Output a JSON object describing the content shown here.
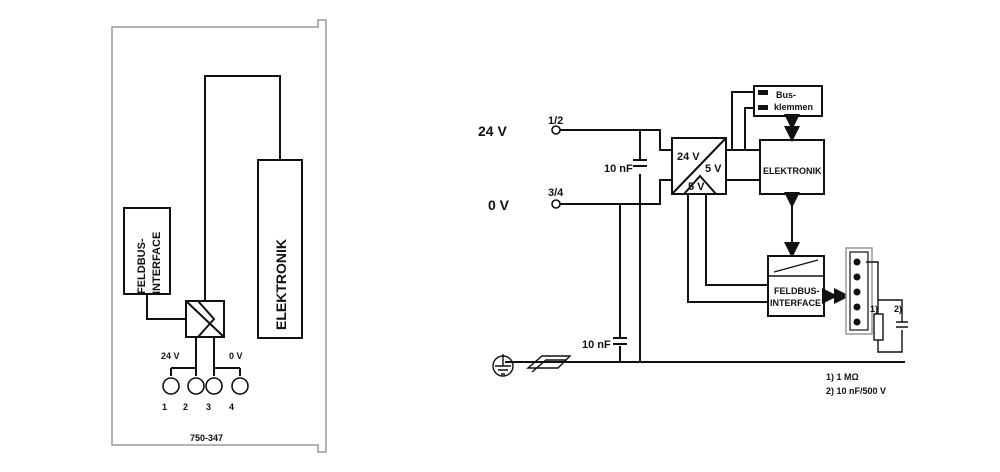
{
  "left_module": {
    "fieldbus_line1": "FELDBUS-",
    "fieldbus_line2": "INTERFACE",
    "elektronik": "ELEKTRONIK",
    "v24": "24 V",
    "v0": "0 V",
    "terminals": [
      "1",
      "2",
      "3",
      "4"
    ],
    "part_number": "750-347"
  },
  "schematic": {
    "v24_label": "24 V",
    "v0_label": "0 V",
    "pin_12": "1/2",
    "pin_34": "3/4",
    "cap_top": "10 nF",
    "cap_bottom": "10 nF",
    "conv_24v": "24 V",
    "conv_5v_a": "5 V",
    "conv_5v_b": "5 V",
    "elektronik": "ELEKTRONIK",
    "bus_line1": "Bus-",
    "bus_line2": "klemmen",
    "fieldbus_line1": "FELDBUS-",
    "fieldbus_line2": "INTERFACE",
    "ref1": "1)",
    "ref2": "2)",
    "note1": "1) 1 MΩ",
    "note2": "2) 10 nF/500 V"
  }
}
